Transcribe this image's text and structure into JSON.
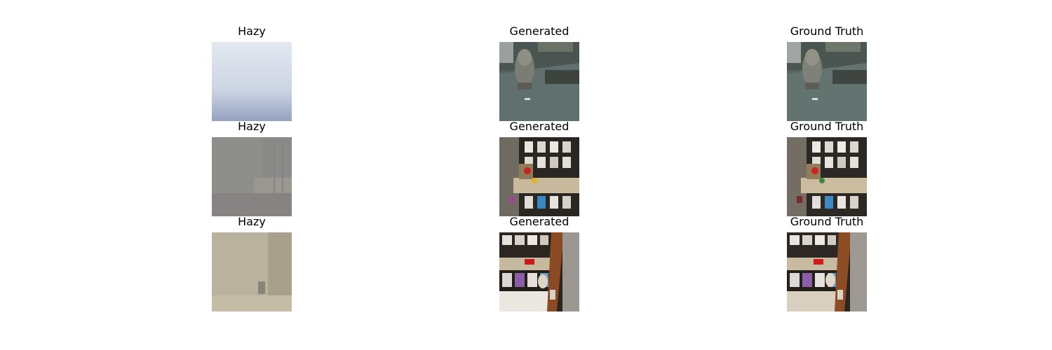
{
  "columns": [
    "Hazy",
    "Generated",
    "Ground Truth"
  ],
  "rows": [
    {
      "titles": [
        "Hazy",
        "Generated",
        "Ground Truth"
      ]
    },
    {
      "titles": [
        "Hazy",
        "Generated",
        "Ground Truth"
      ]
    },
    {
      "titles": [
        "Hazy",
        "Generated",
        "Ground Truth"
      ]
    }
  ]
}
